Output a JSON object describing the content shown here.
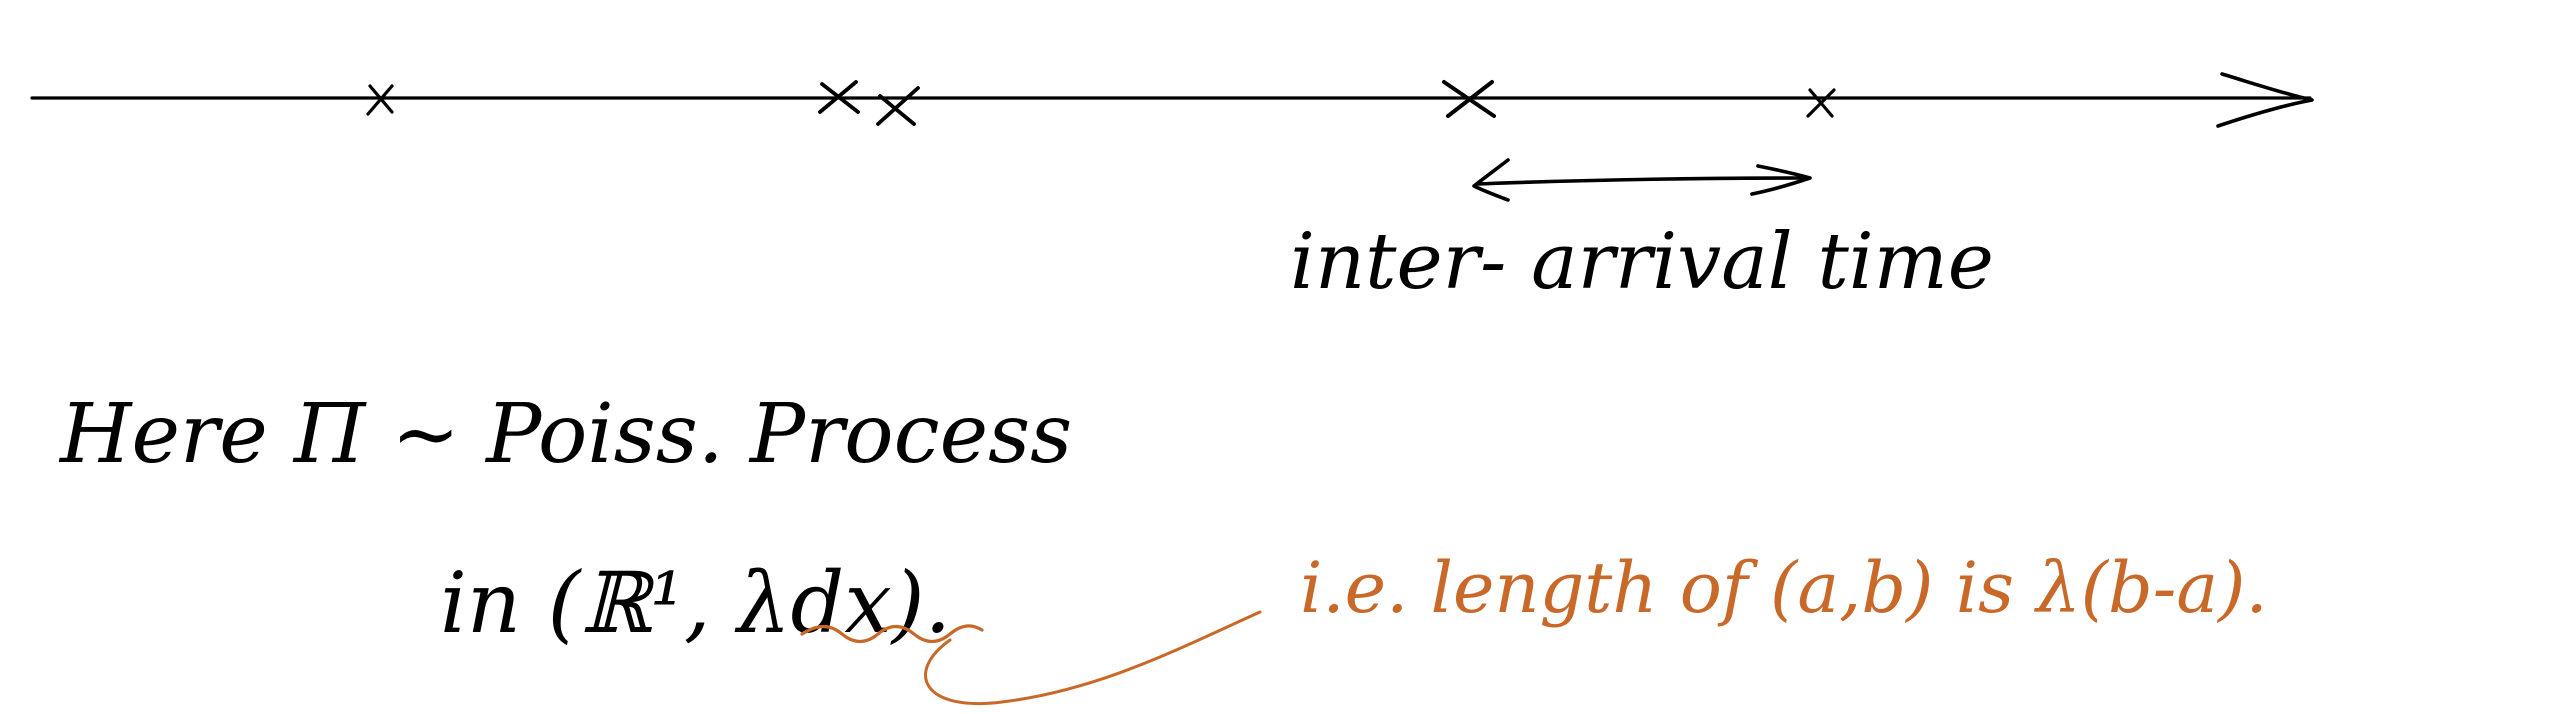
{
  "colors": {
    "ink": "#000000",
    "annotation": "#c8692a",
    "background": "#ffffff"
  },
  "timeline": {
    "label": "inter- arrival time"
  },
  "statement": {
    "line1": "Here Π ~ Poiss. Process",
    "line2": "in (ℝ¹, λdx)."
  },
  "annotation": {
    "text": "i.e. length of (a,b) is λ(b-a)."
  }
}
